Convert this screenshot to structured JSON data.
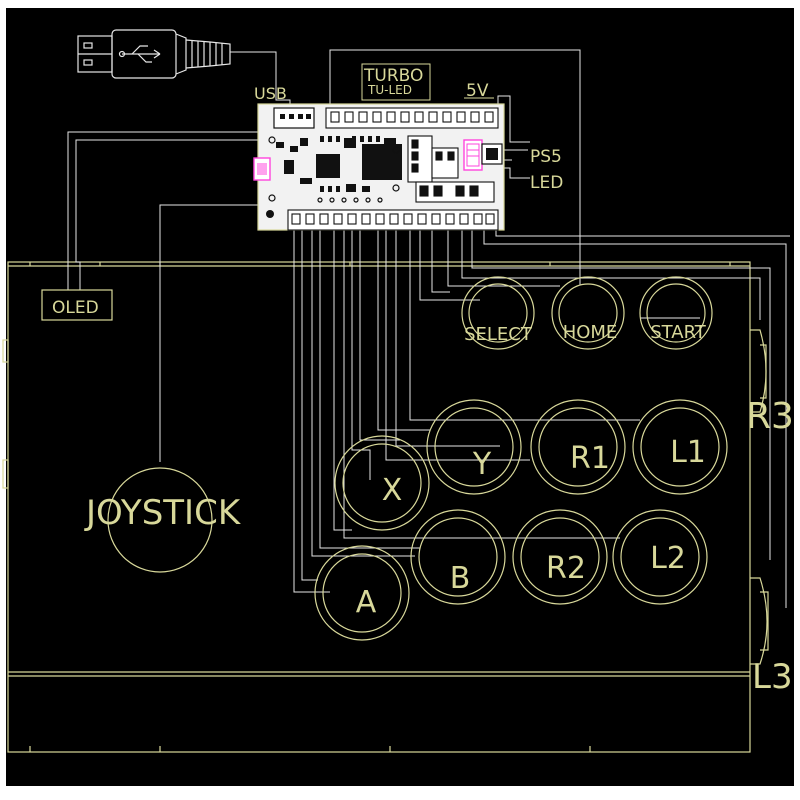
{
  "colors": {
    "background": "#000000",
    "line": "#d8d89a",
    "wire": "#e6e6e6",
    "accent_pink": "#ff44dd"
  },
  "labels": {
    "usb": "USB",
    "turbo": "TURBO",
    "tu_led": "TU-LED",
    "five_v": "5V",
    "ps5": "PS5",
    "led": "LED",
    "oled": "OLED",
    "joystick": "JOYSTICK",
    "r3": "R3",
    "l3": "L3"
  },
  "buttons": {
    "select": "SELECT",
    "home": "HOME",
    "start": "START",
    "y": "Y",
    "r1": "R1",
    "l1": "L1",
    "x": "X",
    "b": "B",
    "r2": "R2",
    "l2": "L2",
    "a": "A"
  },
  "icons": {
    "usb_plug": "usb-plug-icon",
    "usb_symbol": "usb-symbol-icon"
  }
}
